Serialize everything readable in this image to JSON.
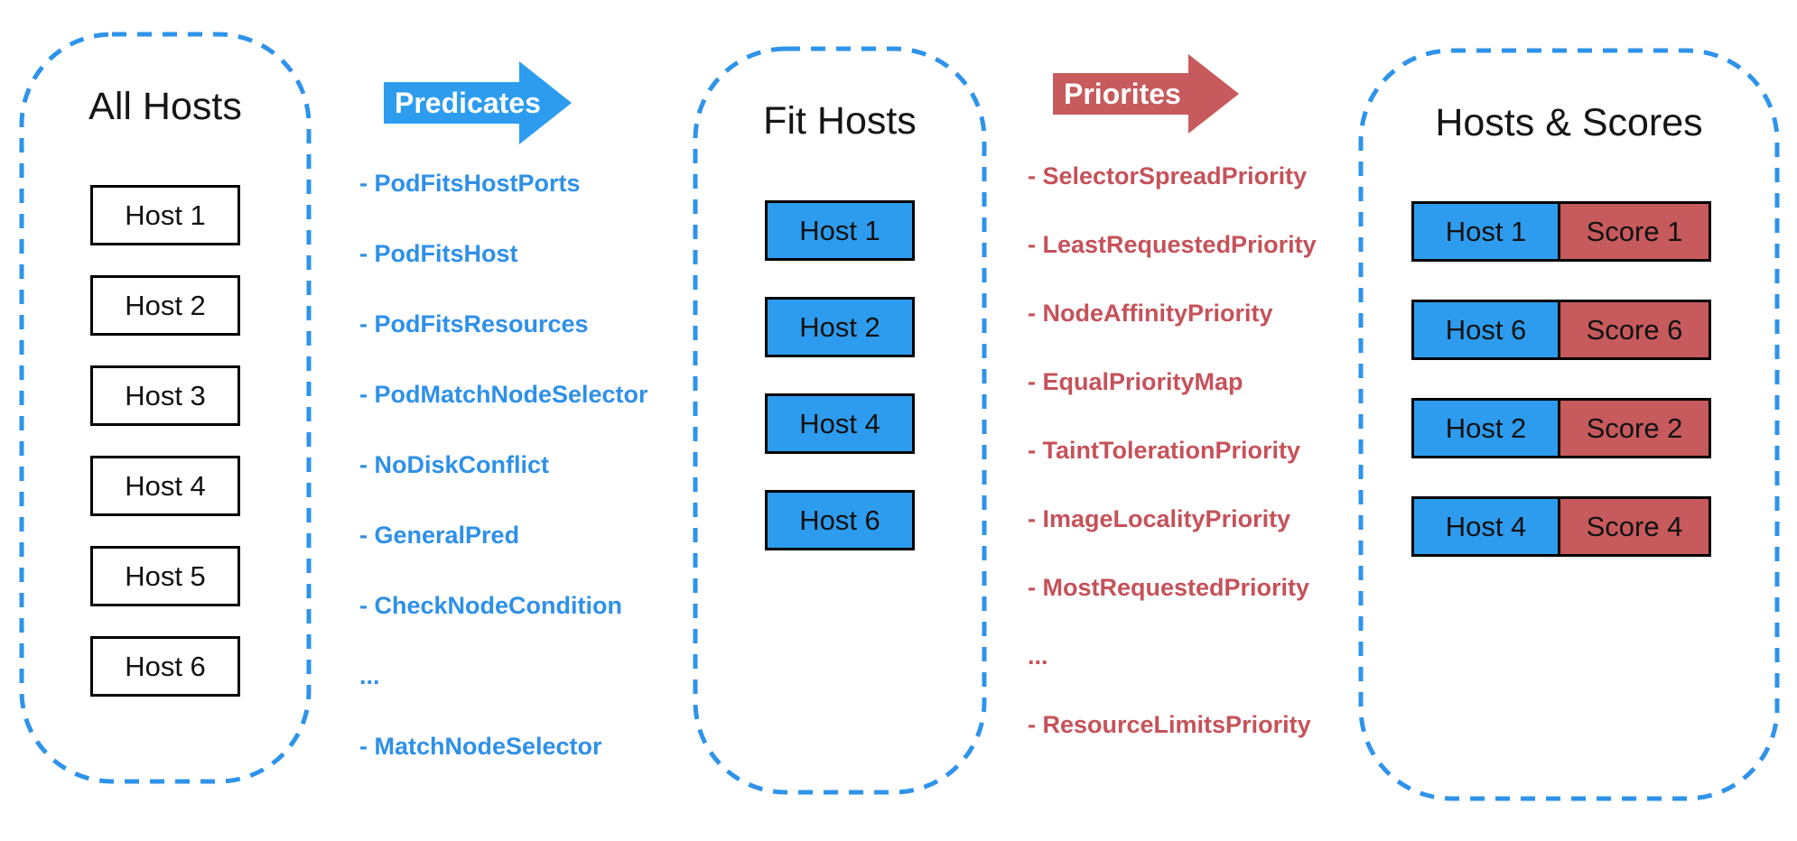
{
  "colors": {
    "blue_fill": "#2D9CEE",
    "blue_dash_border": "#2E93EA",
    "blue_text": "#2E90E8",
    "red_fill": "#C75A5C",
    "red_text": "#C5525A",
    "box_border": "#000000",
    "title_text": "#151515",
    "arrow_label_text": "#FFFFFF"
  },
  "panels": {
    "all_hosts": {
      "title": "All Hosts",
      "hosts": [
        "Host 1",
        "Host 2",
        "Host 3",
        "Host 4",
        "Host 5",
        "Host 6"
      ]
    },
    "fit_hosts": {
      "title": "Fit Hosts",
      "hosts": [
        "Host 1",
        "Host 2",
        "Host 4",
        "Host 6"
      ]
    },
    "hosts_scores": {
      "title": "Hosts & Scores",
      "rows": [
        {
          "host": "Host 1",
          "score": "Score 1"
        },
        {
          "host": "Host 6",
          "score": "Score 6"
        },
        {
          "host": "Host 2",
          "score": "Score 2"
        },
        {
          "host": "Host 4",
          "score": "Score 4"
        }
      ]
    }
  },
  "predicates": {
    "label": "Predicates",
    "items": [
      "- PodFitsHostPorts",
      "- PodFitsHost",
      "- PodFitsResources",
      "- PodMatchNodeSelector",
      "- NoDiskConflict",
      "- GeneralPred",
      "- CheckNodeCondition",
      "...",
      "- MatchNodeSelector"
    ]
  },
  "priorities": {
    "label": "Priorites",
    "items": [
      "- SelectorSpreadPriority",
      "- LeastRequestedPriority",
      "- NodeAffinityPriority",
      "- EqualPriorityMap",
      "- TaintTolerationPriority",
      "- ImageLocalityPriority",
      "- MostRequestedPriority",
      "...",
      "- ResourceLimitsPriority"
    ]
  }
}
